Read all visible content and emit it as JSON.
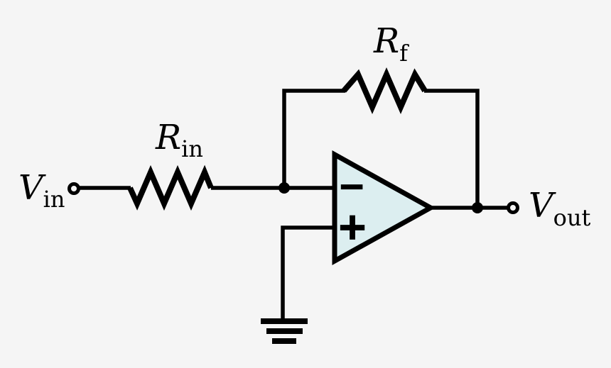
{
  "diagram": {
    "kind": "circuit-schematic",
    "description": "Inverting operational amplifier circuit with input resistor, feedback resistor, grounded non-inverting input",
    "colors": {
      "background": "#f5f5f5",
      "line": "#000000",
      "opamp_fill": "#dceef0",
      "text": "#000000"
    },
    "labels": {
      "vin": {
        "main": "V",
        "sub": "in"
      },
      "rin": {
        "main": "R",
        "sub": "in"
      },
      "rf": {
        "main": "R",
        "sub": "f"
      },
      "vout": {
        "main": "V",
        "sub": "out"
      },
      "inverting_input": "−",
      "noninverting_input": "+"
    }
  }
}
